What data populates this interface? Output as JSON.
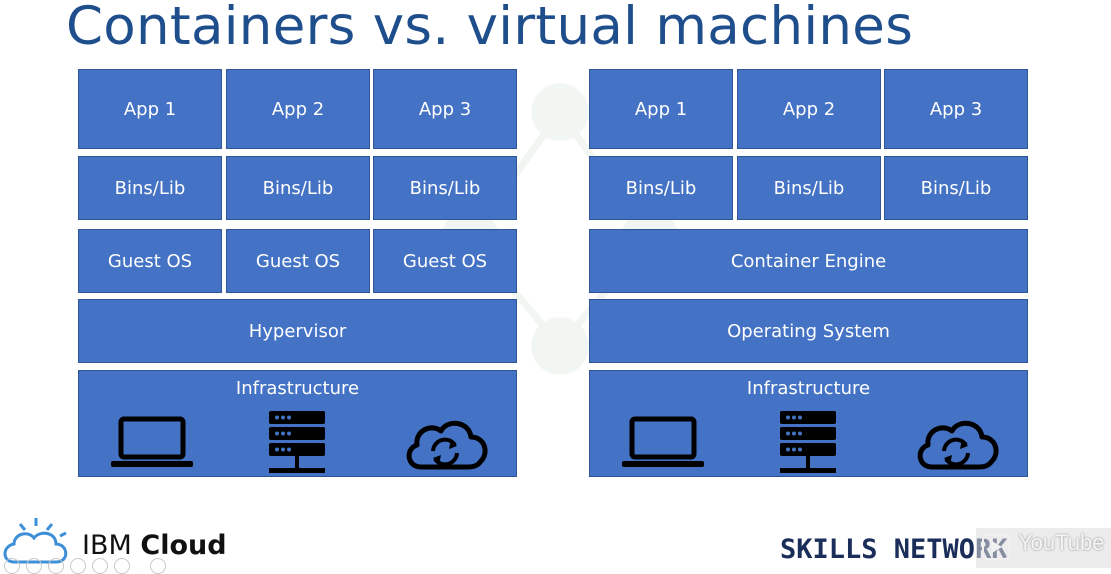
{
  "slide": {
    "title": "Containers vs. virtual machines"
  },
  "vm_stack": {
    "apps": [
      "App 1",
      "App 2",
      "App 3"
    ],
    "bins": [
      "Bins/Lib",
      "Bins/Lib",
      "Bins/Lib"
    ],
    "guests": [
      "Guest OS",
      "Guest OS",
      "Guest OS"
    ],
    "hypervisor": "Hypervisor",
    "infrastructure": "Infrastructure",
    "icons": [
      "laptop-icon",
      "server-icon",
      "cloud-sync-icon"
    ]
  },
  "container_stack": {
    "apps": [
      "App 1",
      "App 2",
      "App 3"
    ],
    "bins": [
      "Bins/Lib",
      "Bins/Lib",
      "Bins/Lib"
    ],
    "engine": "Container Engine",
    "os": "Operating System",
    "infrastructure": "Infrastructure",
    "icons": [
      "laptop-icon",
      "server-icon",
      "cloud-sync-icon"
    ]
  },
  "footer": {
    "brand_light": "IBM",
    "brand_bold": "Cloud",
    "skills": "SKILLS NETWORK",
    "youtube": "YouTube"
  },
  "colors": {
    "title": "#1f4e8c",
    "box_fill": "#4472c4",
    "box_border": "#2f5597"
  }
}
